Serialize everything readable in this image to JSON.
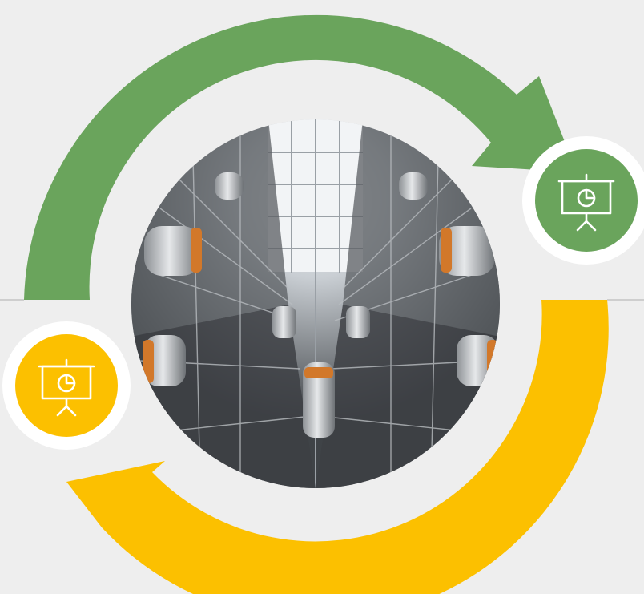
{
  "diagram": {
    "type": "cycle",
    "colors": {
      "background": "#eeeeee",
      "divider": "#c4c4c4",
      "green": "#6aa45c",
      "yellow": "#fcc000",
      "badge_ring": "#ffffff",
      "icon_stroke": "#ffffff"
    },
    "center_image": {
      "subject": "elevator-shaft-photo"
    },
    "arrows": [
      {
        "color_key": "green",
        "direction": "clockwise"
      },
      {
        "color_key": "yellow",
        "direction": "clockwise"
      }
    ],
    "badges": [
      {
        "color_key": "green",
        "icon": "presentation-board-icon"
      },
      {
        "color_key": "yellow",
        "icon": "presentation-board-icon"
      }
    ]
  }
}
